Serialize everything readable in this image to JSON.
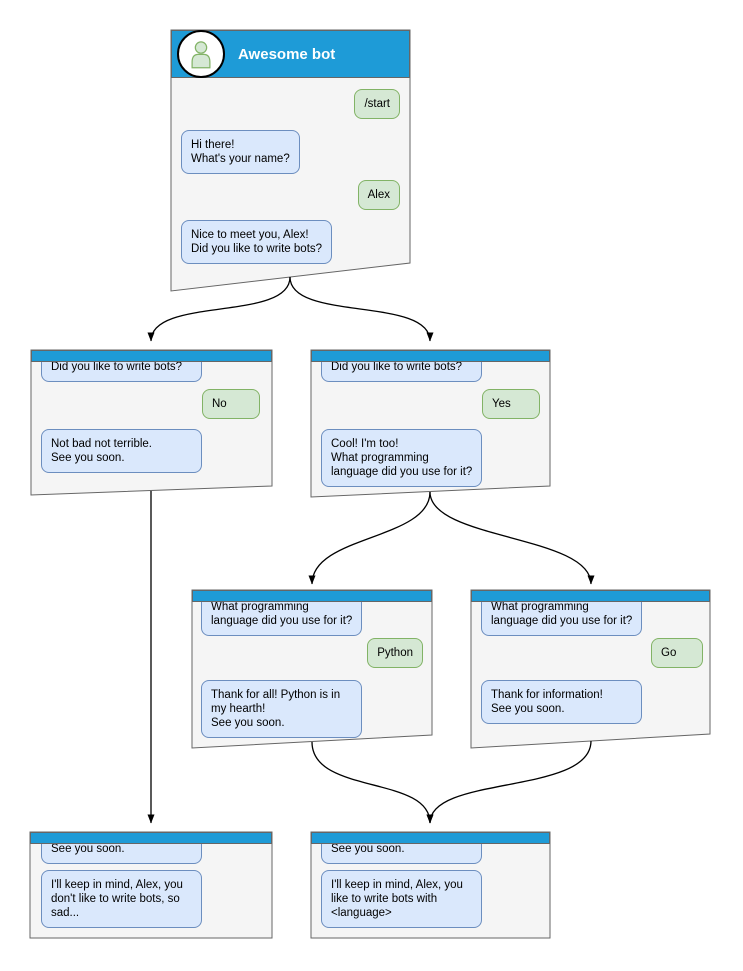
{
  "palette": {
    "header_blue": "#1e9bd7",
    "window_fill": "#f5f5f5",
    "window_border": "#666666",
    "bot_bubble_fill": "#dae8fc",
    "bot_bubble_border": "#6c8ebf",
    "user_bubble_fill": "#d5e8d4",
    "user_bubble_border": "#82b366",
    "arrow_color": "#000000"
  },
  "icons": {
    "avatar": "person-icon"
  },
  "windows": {
    "root": {
      "title": "Awesome bot",
      "start_command": "/start",
      "greeting": "Hi there!\nWhat's your name?",
      "user_name": "Alex",
      "ask_bots": "Nice to meet you, Alex!\nDid you like to write bots?"
    },
    "branch_no": {
      "question": "Did you like to write bots?",
      "answer": "No",
      "reply": "Not bad not terrible.\nSee you soon."
    },
    "branch_yes": {
      "question": "Did you like to write bots?",
      "answer": "Yes",
      "reply": "Cool! I'm too!\nWhat programming\nlanguage did you use for it?"
    },
    "branch_python": {
      "question": "What programming\nlanguage did you use for it?",
      "answer": "Python",
      "reply": "Thank for all! Python is in\nmy hearth!\nSee you soon."
    },
    "branch_go": {
      "question": "What programming\nlanguage did you use for it?",
      "answer": "Go",
      "reply": "Thank for information!\nSee you soon."
    },
    "end_no": {
      "question": "See you soon.",
      "reply": "I'll keep in mind, Alex, you\ndon't like to write bots, so\nsad..."
    },
    "end_yes": {
      "question": "See you soon.",
      "reply": "I'll keep in mind, Alex, you\nlike to write bots with\n<language>"
    }
  }
}
